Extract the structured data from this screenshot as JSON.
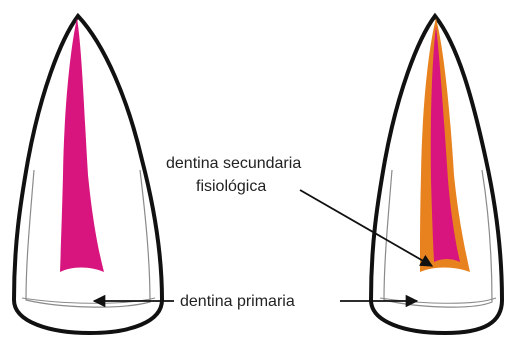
{
  "labels": {
    "secondary_line1": "dentina secundaria",
    "secondary_line2": "fisiológica",
    "primary": "dentina primaria"
  },
  "colors": {
    "outline": "#111111",
    "pulp": "#d8157f",
    "secondary_dentin": "#e8821f",
    "inner_line": "#8a8a8a",
    "text": "#222222"
  }
}
